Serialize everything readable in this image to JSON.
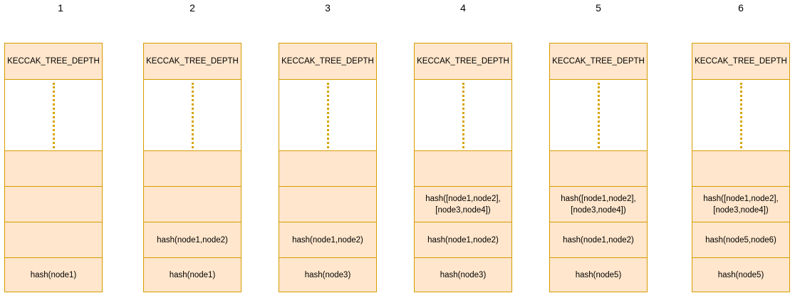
{
  "colors": {
    "cell_fill": "#ffe6cc",
    "cell_border": "#d79b00",
    "dotted_line": "#d6a400",
    "gap_fill": "#ffffff"
  },
  "stacks": [
    {
      "number": "1",
      "header": "KECCAK_TREE_DEPTH",
      "rows": [
        "",
        "",
        "",
        "hash(node1)"
      ]
    },
    {
      "number": "2",
      "header": "KECCAK_TREE_DEPTH",
      "rows": [
        "",
        "",
        "hash(node1,node2)",
        "hash(node1)"
      ]
    },
    {
      "number": "3",
      "header": "KECCAK_TREE_DEPTH",
      "rows": [
        "",
        "",
        "hash(node1,node2)",
        "hash(node3)"
      ]
    },
    {
      "number": "4",
      "header": "KECCAK_TREE_DEPTH",
      "rows": [
        "",
        "hash([node1,node2],\n[node3,node4])",
        "hash(node1,node2)",
        "hash(node3)"
      ]
    },
    {
      "number": "5",
      "header": "KECCAK_TREE_DEPTH",
      "rows": [
        "",
        "hash([node1,node2],\n[node3,node4])",
        "hash(node1,node2)",
        "hash(node5)"
      ]
    },
    {
      "number": "6",
      "header": "KECCAK_TREE_DEPTH",
      "rows": [
        "",
        "hash([node1,node2],\n[node3,node4])",
        "hash(node5,node6)",
        "hash(node5)"
      ]
    }
  ]
}
